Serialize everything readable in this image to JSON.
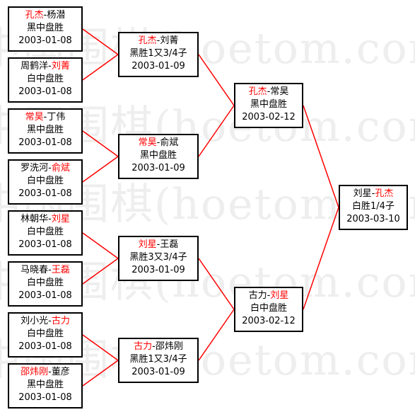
{
  "watermark": {
    "line1": "中国围棋(hoetom.com)",
    "line2": "中国围棋(hoetom.com)"
  },
  "bracket": {
    "round1": [
      {
        "p1": "孔杰",
        "p2": "杨潜",
        "winner": 1,
        "result": "黑中盘胜",
        "date": "2003-01-08"
      },
      {
        "p1": "周鹤洋",
        "p2": "刘菁",
        "winner": 2,
        "result": "白中盘胜",
        "date": "2003-01-08"
      },
      {
        "p1": "常昊",
        "p2": "丁伟",
        "winner": 1,
        "result": "黑中盘胜",
        "date": "2003-01-08"
      },
      {
        "p1": "罗洗河",
        "p2": "俞斌",
        "winner": 2,
        "result": "白中盘胜",
        "date": "2003-01-08"
      },
      {
        "p1": "林朝华",
        "p2": "刘星",
        "winner": 2,
        "result": "白中盘胜",
        "date": "2003-01-08"
      },
      {
        "p1": "马晓春",
        "p2": "王磊",
        "winner": 2,
        "result": "白中盘胜",
        "date": "2003-01-08"
      },
      {
        "p1": "刘小光",
        "p2": "古力",
        "winner": 2,
        "result": "白中盘胜",
        "date": "2003-01-08"
      },
      {
        "p1": "邵炜刚",
        "p2": "董彦",
        "winner": 1,
        "result": "黑中盘胜",
        "date": "2003-01-08"
      }
    ],
    "round2": [
      {
        "p1": "孔杰",
        "p2": "刘菁",
        "winner": 1,
        "result": "黑胜1又3/4子",
        "date": "2003-01-09"
      },
      {
        "p1": "常昊",
        "p2": "俞斌",
        "winner": 1,
        "result": "黑中盘胜",
        "date": "2003-01-09"
      },
      {
        "p1": "刘星",
        "p2": "王磊",
        "winner": 1,
        "result": "黑胜3又3/4子",
        "date": "2003-01-09"
      },
      {
        "p1": "古力",
        "p2": "邵炜刚",
        "winner": 1,
        "result": "黑胜1又3/4子",
        "date": "2003-01-09"
      }
    ],
    "round3": [
      {
        "p1": "孔杰",
        "p2": "常昊",
        "winner": 1,
        "result": "黑中盘胜",
        "date": "2003-02-12"
      },
      {
        "p1": "古力",
        "p2": "刘星",
        "winner": 2,
        "result": "白中盘胜",
        "date": "2003-02-12"
      }
    ],
    "final": [
      {
        "p1": "刘星",
        "p2": "孔杰",
        "winner": 2,
        "result": "白胜1/4子",
        "date": "2003-03-10"
      }
    ]
  },
  "colors": {
    "winner": "#ff0000",
    "connector": "#ff0000",
    "border": "#000000"
  }
}
